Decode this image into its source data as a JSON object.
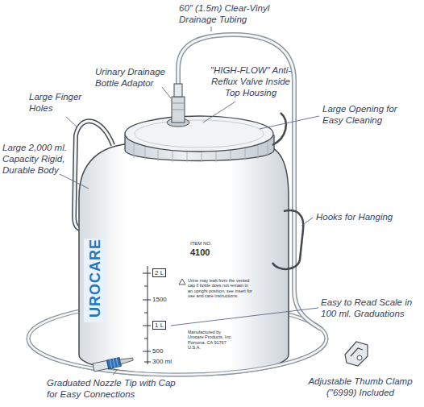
{
  "diagram": {
    "labels": [
      "60\" (1.5m) Clear-Vinyl Drainage Tubing",
      "Urinary Drainage Bottle Adaptor",
      "\"HIGH-FLOW\" Anti-Reflux Valve Inside Top Housing",
      "Large Finger Holes",
      "Large Opening for Easy Cleaning",
      "Large 2,000 ml. Capacity Rigid, Durable Body",
      "Hooks for Hanging",
      "UROCARE",
      "2 L",
      "ITEM NO.",
      "4100",
      "Urine may leak from the vented cap if bottle does not remain in an upright position; see insert for use and care instructions.",
      "1500",
      "1 L",
      "Manufactured by Urocare Products, Inc. Pomona, CA 91767 U.S.A.",
      "500",
      "300 ml",
      "Easy to Read Scale in 100 ml. Graduations",
      "Graduated Nozzle Tip with Cap for Easy Connections",
      "Adjustable Thumb Clamp (\"6999) Included"
    ]
  }
}
